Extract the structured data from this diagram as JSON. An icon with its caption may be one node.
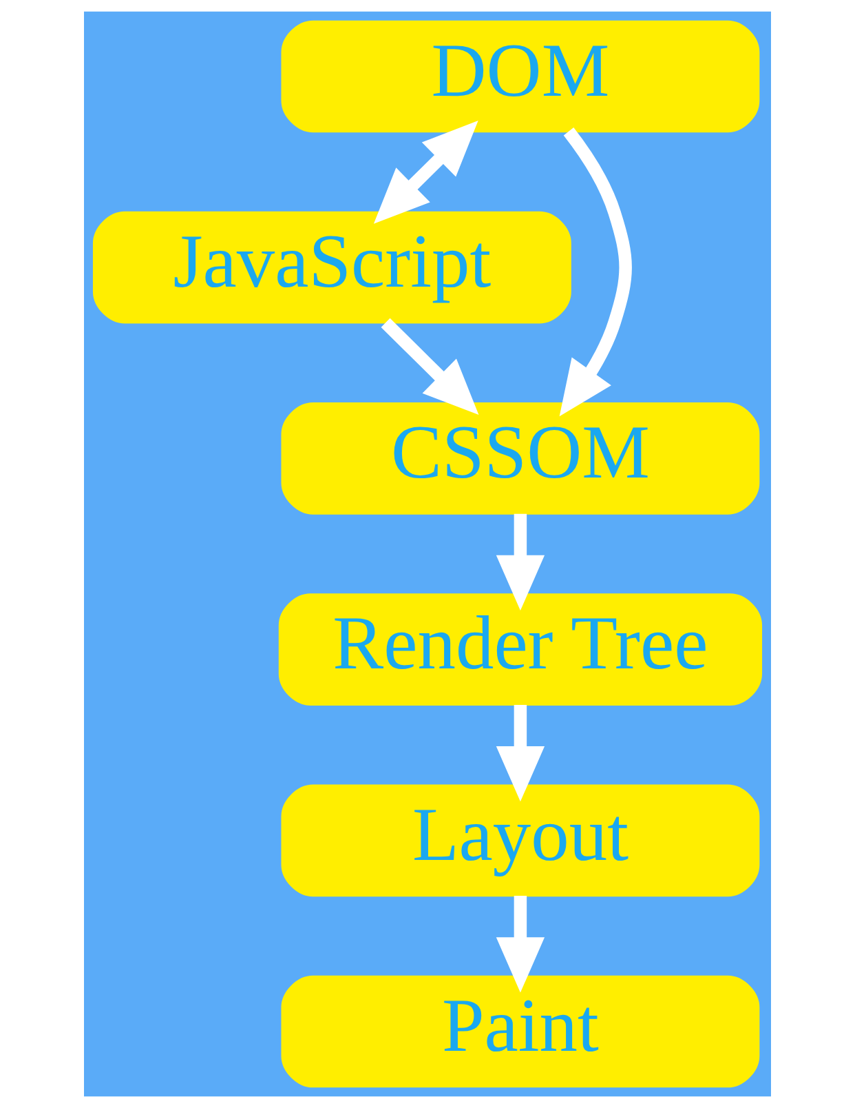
{
  "diagram": {
    "nodes": [
      {
        "text": [
          "DOM"
        ]
      },
      {
        "text": [
          "JavaScript"
        ]
      },
      {
        "text": [
          "CSSOM"
        ]
      },
      {
        "text": [
          "Render Tree"
        ]
      },
      {
        "text": [
          "Layout"
        ]
      },
      {
        "text": [
          "Paint"
        ]
      }
    ],
    "edges": [
      {
        "from": 0,
        "to": 2,
        "arrow": "to"
      },
      {
        "from": 0,
        "to": 1,
        "arrow": "both"
      },
      {
        "from": 1,
        "to": 2,
        "arrow": "to"
      },
      {
        "from": 2,
        "to": 3,
        "arrow": "to"
      },
      {
        "from": 3,
        "to": 4,
        "arrow": "to"
      },
      {
        "from": 4,
        "to": 5,
        "arrow": "to"
      }
    ]
  }
}
